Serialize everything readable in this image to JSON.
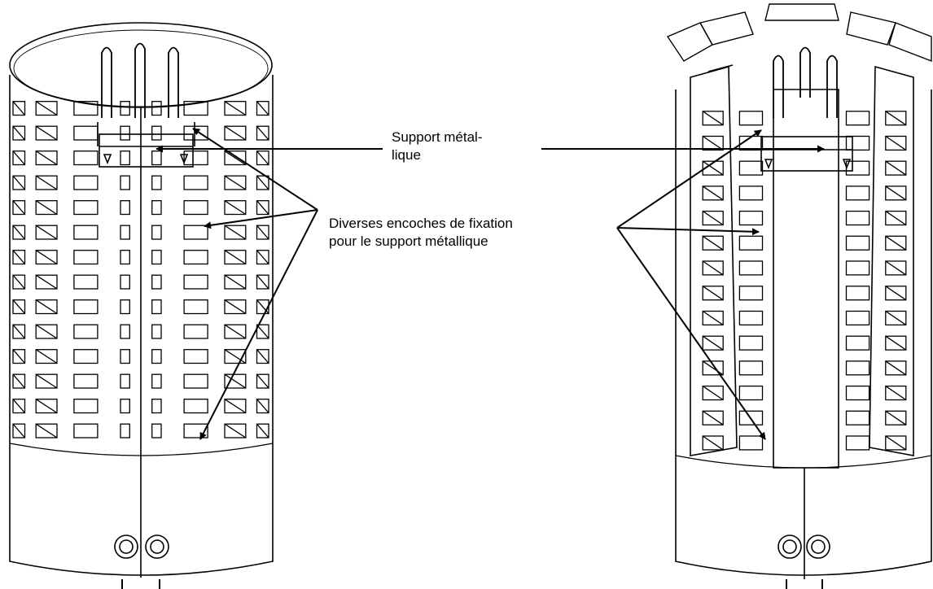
{
  "labels": {
    "support": {
      "line1": "Support métal-",
      "line2": "lique"
    },
    "notches": {
      "line1": "Diverses encoches de fixation",
      "line2": "pour le support métallique"
    }
  },
  "colors": {
    "stroke": "#000000",
    "background": "#ffffff"
  }
}
